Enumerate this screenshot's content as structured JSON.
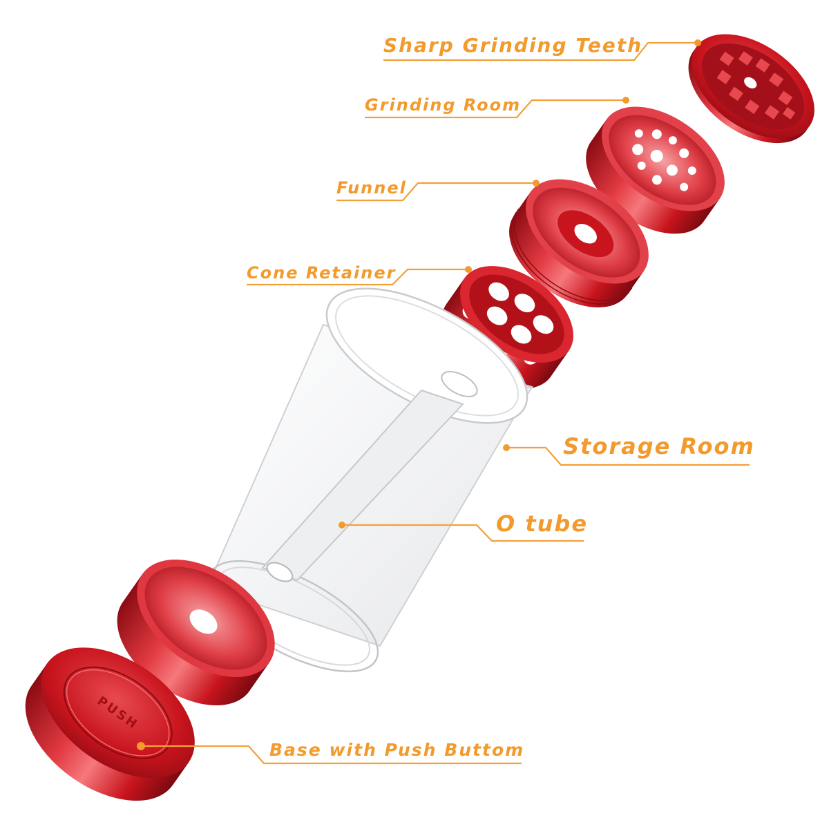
{
  "labels": {
    "sharp_grinding_teeth": "Sharp Grinding Teeth",
    "grinding_room": "Grinding Room",
    "funnel": "Funnel",
    "cone_retainer": "Cone Retainer",
    "storage_room": "Storage Room",
    "o_tube": "O tube",
    "base_with_push_button": "Base with Push Buttom",
    "push_embossed": "PUSH"
  },
  "colors": {
    "label": "#f39a2c",
    "metal_red": "#c8141d",
    "metal_dark": "#8c0b12",
    "metal_light": "#f26a6e",
    "clear_tube": "#dcdde0"
  }
}
